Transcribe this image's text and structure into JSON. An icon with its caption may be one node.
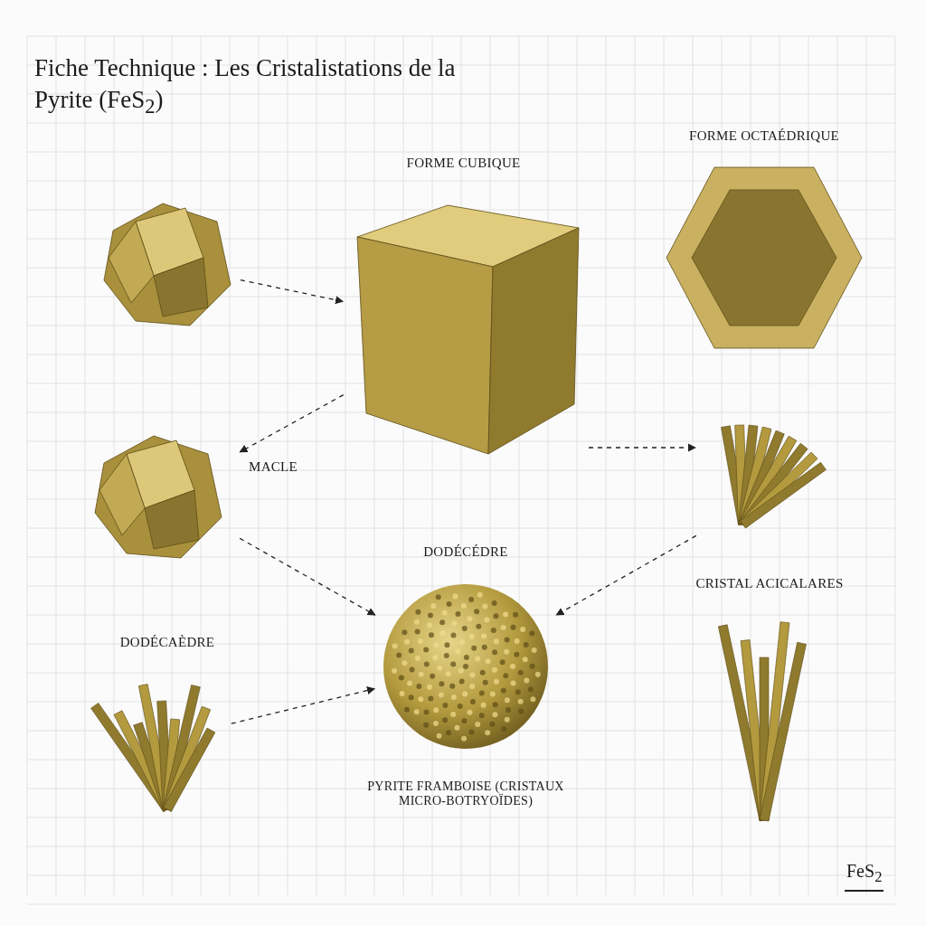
{
  "diagram": {
    "title": "Fiche Technique : Les Cristalistations de la Pyrite (FeS$_{2}$)",
    "nodes": [
      {
        "text": [],
        "shape": "picture"
      },
      {
        "text": [
          "FORME CUBIQUE"
        ]
      },
      {
        "text": [
          "FORME OCTAÉDRIQUE"
        ]
      },
      {
        "text": [
          "MACLE"
        ]
      },
      {
        "text": [],
        "shape": "picture"
      },
      {
        "text": [
          "DODÉCÉDRE",
          "PYRITE FRAMBOISE (CRISTAUX MICRO-BOTRYOÏDES)"
        ]
      },
      {
        "text": [
          "CRISTAL ACICALARES"
        ]
      },
      {
        "text": [
          "DODÉCAÈDRE"
        ]
      }
    ],
    "edges": [
      {
        "from": 0,
        "to": 1,
        "arrow": "to",
        "style": "dashed"
      },
      {
        "from": 1,
        "to": 3,
        "arrow": "to",
        "style": "dashed"
      },
      {
        "from": 1,
        "to": 4,
        "arrow": "to",
        "style": "dashed"
      },
      {
        "from": 3,
        "to": 5,
        "arrow": "to",
        "style": "dashed"
      },
      {
        "from": 4,
        "to": 5,
        "arrow": "to",
        "style": "dashed"
      },
      {
        "from": 7,
        "to": 5,
        "arrow": "to",
        "style": "dashed"
      }
    ],
    "labels": [
      "FeS$_{2}$"
    ]
  }
}
